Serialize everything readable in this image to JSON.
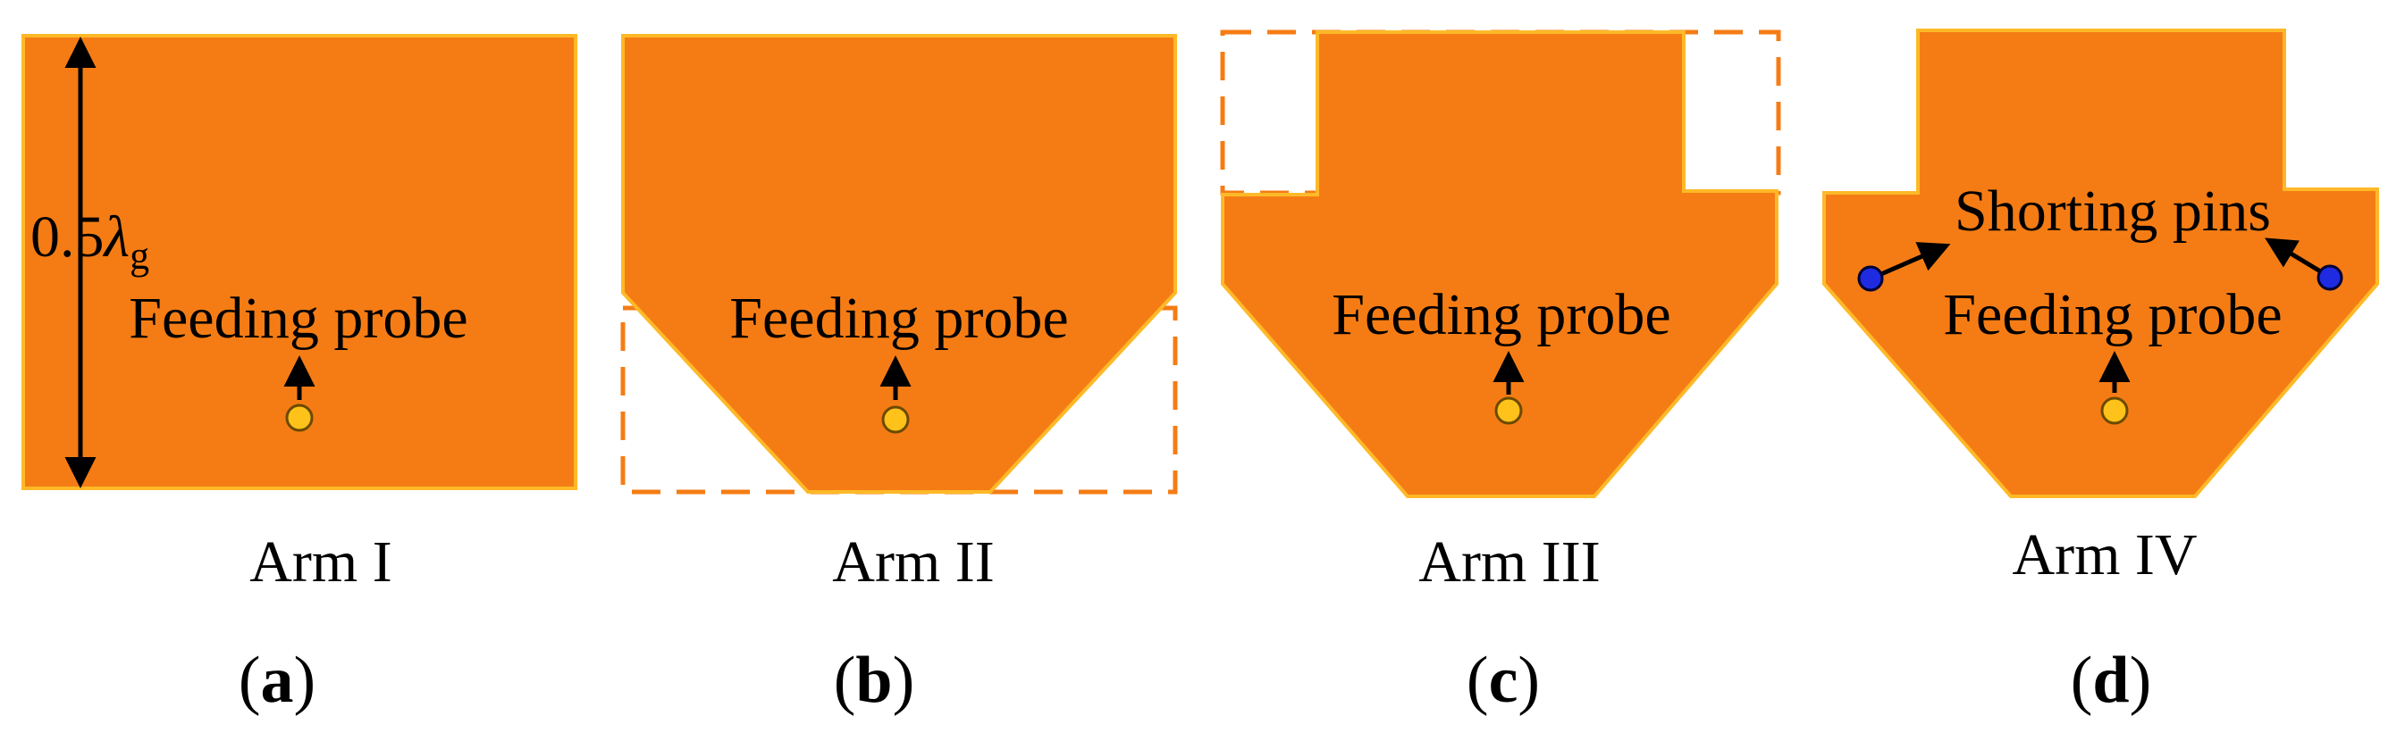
{
  "colors": {
    "patch_fill": "#F57C14",
    "patch_edge": "#FFB928",
    "removed_outline": "#F57C14",
    "probe_fill": "#FFC21A",
    "probe_edge": "#6B4A00",
    "pin_fill": "#1F2BE0",
    "pin_edge": "#000033",
    "arrow": "#000000",
    "background": "#FFFFFF"
  },
  "panels": [
    {
      "id": "a",
      "caption": "Arm I",
      "label_open": "(",
      "label_letter": "a",
      "label_close": ")",
      "probe_label": "Feeding probe",
      "dimension_label": "0.5",
      "dimension_lambda": "λ",
      "dimension_sub": "g"
    },
    {
      "id": "b",
      "caption": "Arm II",
      "label_open": "(",
      "label_letter": "b",
      "label_close": ")",
      "probe_label": "Feeding probe"
    },
    {
      "id": "c",
      "caption": "Arm III",
      "label_open": "(",
      "label_letter": "c",
      "label_close": ")",
      "probe_label": "Feeding probe"
    },
    {
      "id": "d",
      "caption": "Arm IV",
      "label_open": "(",
      "label_letter": "d",
      "label_close": ")",
      "probe_label": "Feeding probe",
      "pins_label": "Shorting pins"
    }
  ]
}
